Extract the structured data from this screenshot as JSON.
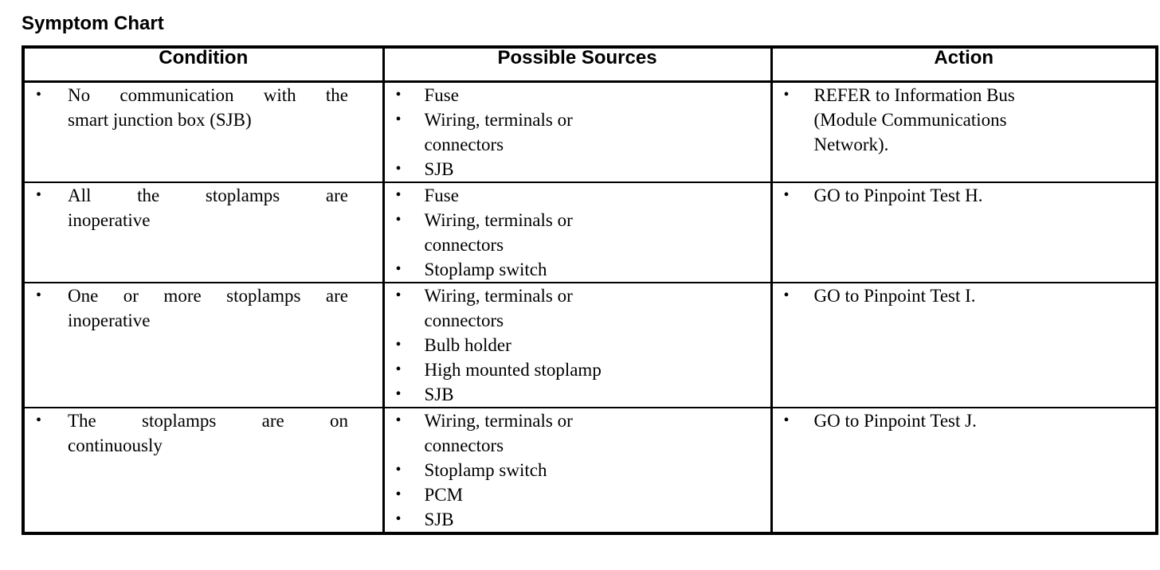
{
  "page": {
    "title": "Symptom Chart",
    "background_color": "#ffffff",
    "text_color": "#000000",
    "border_color": "#000000"
  },
  "table": {
    "headers": {
      "condition": "Condition",
      "possible_sources": "Possible Sources",
      "action": "Action"
    },
    "rows": [
      {
        "condition": [
          {
            "line1": "No communication with the",
            "line2": "smart junction box (SJB)"
          }
        ],
        "possible_sources": [
          {
            "line1": "Fuse",
            "line2": ""
          },
          {
            "line1": "Wiring, terminals or",
            "line2": "connectors"
          },
          {
            "line1": "SJB",
            "line2": ""
          }
        ],
        "action": [
          {
            "line1": "REFER to Information Bus",
            "line2": "(Module Communications",
            "line3": "Network)."
          }
        ]
      },
      {
        "condition": [
          {
            "line1": "All the stoplamps are",
            "line2": "inoperative"
          }
        ],
        "possible_sources": [
          {
            "line1": "Fuse",
            "line2": ""
          },
          {
            "line1": "Wiring, terminals or",
            "line2": "connectors"
          },
          {
            "line1": "Stoplamp switch",
            "line2": ""
          }
        ],
        "action": [
          {
            "line1": "GO to Pinpoint Test H.",
            "line2": "",
            "line3": ""
          }
        ]
      },
      {
        "condition": [
          {
            "line1": "One or more stoplamps are",
            "line2": "inoperative"
          }
        ],
        "possible_sources": [
          {
            "line1": "Wiring, terminals or",
            "line2": "connectors"
          },
          {
            "line1": "Bulb holder",
            "line2": ""
          },
          {
            "line1": "High mounted stoplamp",
            "line2": ""
          },
          {
            "line1": "SJB",
            "line2": ""
          }
        ],
        "action": [
          {
            "line1": "GO to Pinpoint Test I.",
            "line2": "",
            "line3": ""
          }
        ]
      },
      {
        "condition": [
          {
            "line1": "The stoplamps are on",
            "line2": "continuously"
          }
        ],
        "possible_sources": [
          {
            "line1": "Wiring, terminals or",
            "line2": "connectors"
          },
          {
            "line1": "Stoplamp switch",
            "line2": ""
          },
          {
            "line1": "PCM",
            "line2": ""
          },
          {
            "line1": "SJB",
            "line2": ""
          }
        ],
        "action": [
          {
            "line1": "GO to Pinpoint Test J.",
            "line2": "",
            "line3": ""
          }
        ]
      }
    ]
  }
}
